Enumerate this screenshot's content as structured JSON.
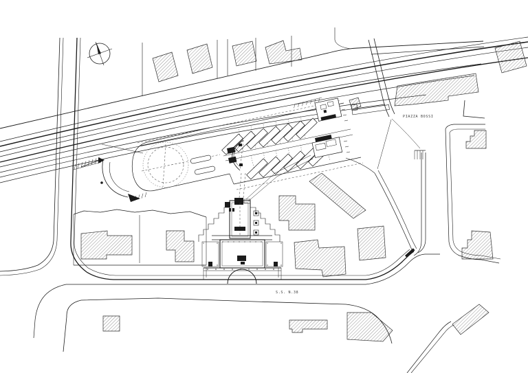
{
  "labels": {
    "piazza": "PIAZZA BOSSI",
    "highway": "S.S. N.38"
  },
  "icons": {
    "north_arrow": "north-arrow-compass"
  },
  "colors": {
    "background": "#ffffff",
    "ink": "#1b1b1b",
    "hatch": "#949494",
    "dashed_guides": "#4a4a4a"
  },
  "bus_terminal": {
    "bays_upper_row": 7,
    "bays_lower_row": 6,
    "kiosks": 2
  },
  "railway": {
    "track_lines": 9
  }
}
